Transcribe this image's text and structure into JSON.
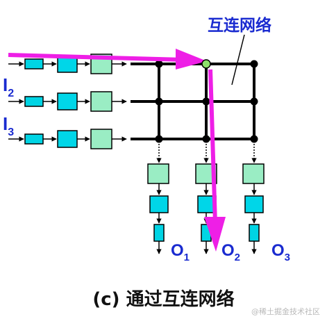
{
  "network_label": "互连网络",
  "input_labels": [
    {
      "main": "I",
      "sub": "2"
    },
    {
      "main": "I",
      "sub": "3"
    }
  ],
  "output_labels": [
    {
      "main": "O",
      "sub": "1"
    },
    {
      "main": "O",
      "sub": "2"
    },
    {
      "main": "O",
      "sub": "3"
    }
  ],
  "caption": "(c) 通过互连网络",
  "watermark": "@稀土掘金技术社区",
  "colors": {
    "path": "#ee1fe6",
    "queue_small": "#00d4e4",
    "queue_big_cyan": "#00d6e8",
    "queue_green": "#9aedc4",
    "wire": "#000000",
    "label": "#1a2bd0",
    "highlight_node": "#8ee06a"
  }
}
